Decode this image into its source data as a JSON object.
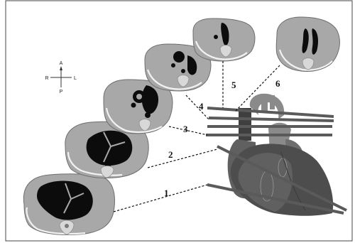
{
  "orientation": {
    "anterior": "A",
    "posterior": "P",
    "right": "R",
    "left": "L"
  },
  "levels": [
    {
      "label": "1"
    },
    {
      "label": "2"
    },
    {
      "label": "3"
    },
    {
      "label": "4"
    },
    {
      "label": "5"
    },
    {
      "label": "6"
    }
  ],
  "colors": {
    "slice_tissue": "#a8a8a8",
    "cavity": "#0c0c0c",
    "heart": "#4d4d4d",
    "guide_line": "#111111",
    "cut_plane": "#5a5a5a"
  }
}
